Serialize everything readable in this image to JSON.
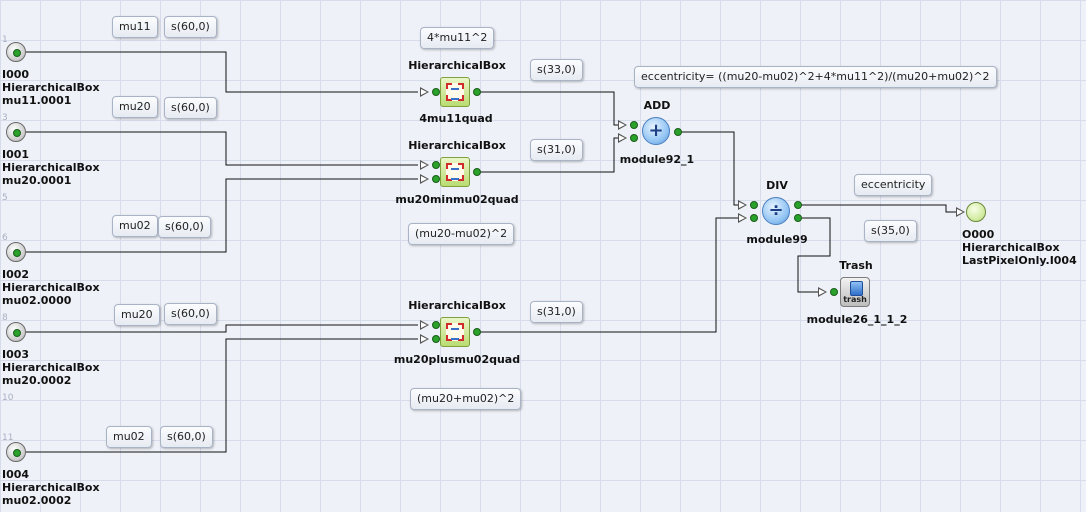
{
  "ruler": [
    "1",
    "3",
    "5",
    "6",
    "8",
    "10",
    "11"
  ],
  "inputs": [
    {
      "id": "I000",
      "type": "HierarchicalBox",
      "name": "mu11.0001",
      "var": "mu11",
      "sel": "s(60,0)"
    },
    {
      "id": "I001",
      "type": "HierarchicalBox",
      "name": "mu20.0001",
      "var": "mu20",
      "sel": "s(60,0)"
    },
    {
      "id": "I002",
      "type": "HierarchicalBox",
      "name": "mu02.0000",
      "var": "mu02",
      "sel": "s(60,0)"
    },
    {
      "id": "I003",
      "type": "HierarchicalBox",
      "name": "mu20.0002",
      "var": "mu20",
      "sel": "s(60,0)"
    },
    {
      "id": "I004",
      "type": "HierarchicalBox",
      "name": "mu02.0002",
      "var": "mu02",
      "sel": "s(60,0)"
    }
  ],
  "boxes": [
    {
      "title": "HierarchicalBox",
      "name": "4mu11quad",
      "expr": "4*mu11^2",
      "sel": "s(33,0)"
    },
    {
      "title": "HierarchicalBox",
      "name": "mu20minmu02quad",
      "expr": "(mu20-mu02)^2",
      "sel": "s(31,0)"
    },
    {
      "title": "HierarchicalBox",
      "name": "mu20plusmu02quad",
      "expr": "(mu20+mu02)^2",
      "sel": "s(31,0)"
    }
  ],
  "add": {
    "title": "ADD",
    "name": "module92_1",
    "symbol": "+"
  },
  "div": {
    "title": "DIV",
    "name": "module99",
    "symbol": "÷",
    "sel": "s(35,0)"
  },
  "trash": {
    "title": "Trash",
    "name": "module26_1_1_2",
    "icon_text": "trash"
  },
  "formula": "eccentricity= ((mu20-mu02)^2+4*mu11^2)/(mu20+mu02)^2",
  "output": {
    "id": "O000",
    "type": "HierarchicalBox",
    "name": "LastPixelOnly.I004",
    "var": "eccentricity"
  },
  "colors": {
    "wire": "#111111",
    "port_dot": "#2aa12a",
    "canvas": "#eef1f7",
    "grid": "#d6dcea"
  }
}
